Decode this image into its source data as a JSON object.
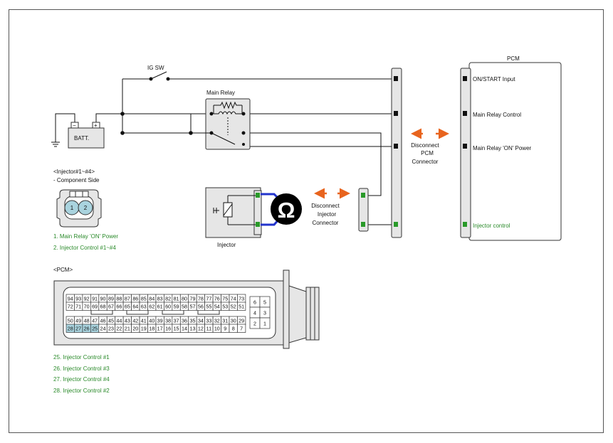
{
  "labels": {
    "ig_sw": "IG SW",
    "batt": "BATT.",
    "main_relay": "Main Relay",
    "pcm_title": "PCM",
    "disconnect_pcm": [
      "Disconnect",
      "PCM",
      "Connector"
    ],
    "disconnect_injector": [
      "Disconnect",
      "Injector",
      "Connector"
    ],
    "injector": "Injector",
    "ohm_symbol": "Ω",
    "pcm_section": "<PCM>"
  },
  "pcm_pins": [
    {
      "label": "ON/START Input"
    },
    {
      "label": "Main Relay Control"
    },
    {
      "label": "Main Relay 'ON' Power"
    },
    {
      "label": "Injector control"
    }
  ],
  "injector_connector": {
    "title": "<Injector#1~#4>",
    "subtitle": "- Component Side",
    "pins": [
      "1",
      "2"
    ],
    "legend": [
      "1.   Main Relay 'ON' Power",
      "2. Injector Control #1~#4"
    ]
  },
  "pcm_connector": {
    "rows": [
      [
        "94",
        "93",
        "92",
        "91",
        "90",
        "89",
        "88",
        "87",
        "86",
        "85",
        "84",
        "83",
        "82",
        "81",
        "80",
        "79",
        "78",
        "77",
        "76",
        "75",
        "74",
        "73"
      ],
      [
        "72",
        "71",
        "70",
        "69",
        "68",
        "67",
        "66",
        "65",
        "64",
        "63",
        "62",
        "61",
        "60",
        "59",
        "58",
        "57",
        "56",
        "55",
        "54",
        "53",
        "52",
        "51"
      ],
      [
        "50",
        "49",
        "48",
        "47",
        "46",
        "45",
        "44",
        "43",
        "42",
        "41",
        "40",
        "39",
        "38",
        "37",
        "36",
        "35",
        "34",
        "33",
        "32",
        "31",
        "30",
        "29"
      ],
      [
        "28",
        "27",
        "26",
        "25",
        "24",
        "23",
        "22",
        "21",
        "20",
        "19",
        "18",
        "17",
        "16",
        "15",
        "14",
        "13",
        "12",
        "11",
        "10",
        "9",
        "8",
        "7"
      ]
    ],
    "side_pins": [
      [
        "6",
        "5"
      ],
      [
        "4",
        "3"
      ],
      [
        "2",
        "1"
      ]
    ],
    "highlighted": [
      "28",
      "27",
      "26",
      "25"
    ],
    "legend": [
      "25. Injector Control #1",
      "26. Injector Control #3",
      "27. Injector Control #4",
      "28. Injector Control #2"
    ]
  },
  "colors": {
    "wire": "#111111",
    "injector_leads": "#2233cc",
    "terminal_green": "#2a9a2a",
    "arrow_orange": "#e8641e",
    "legend_green": "#2a8a2a",
    "pin_highlight": "#a9d3de",
    "connector_gray": "#d9d9d9"
  }
}
